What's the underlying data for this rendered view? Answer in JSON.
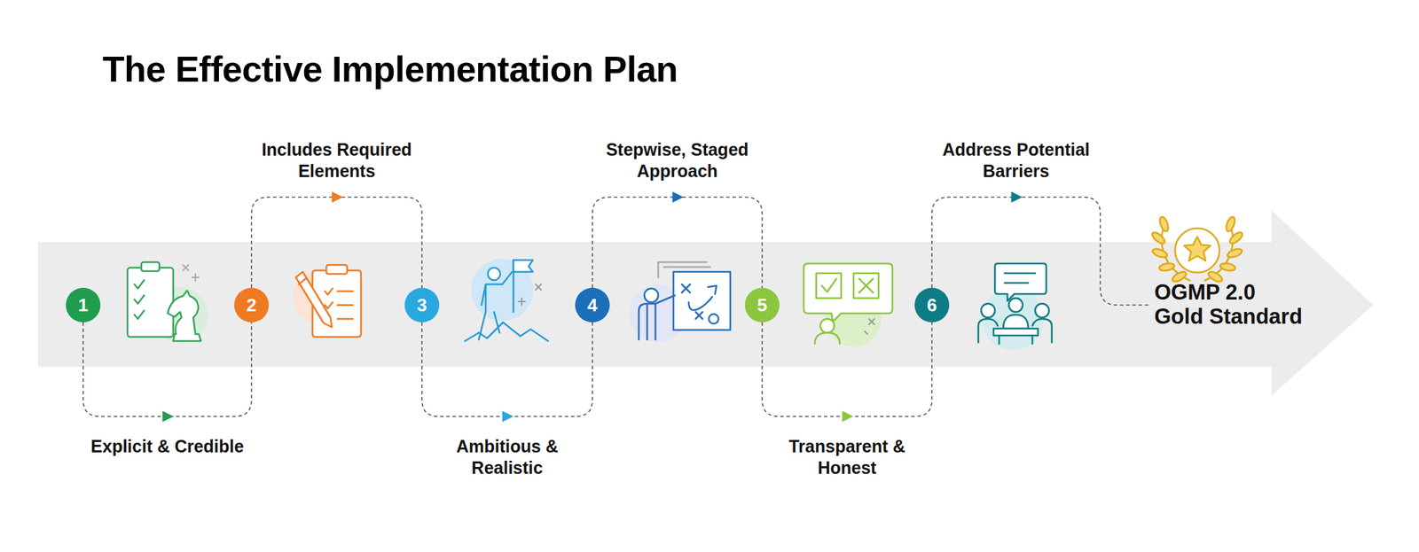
{
  "diagram": {
    "title": "The Effective Implementation Plan",
    "nodes": [
      {
        "text": [
          "1"
        ]
      },
      {
        "text": [
          "2"
        ]
      },
      {
        "text": [
          "3"
        ]
      },
      {
        "text": [
          "4"
        ]
      },
      {
        "text": [
          "5"
        ]
      },
      {
        "text": [
          "6"
        ]
      },
      {
        "text": [
          "OGMP 2.0 Gold Standard"
        ]
      }
    ],
    "edges": [
      {
        "from": 0,
        "to": 1,
        "arrow": "to",
        "label": "Explicit & Credible"
      },
      {
        "from": 1,
        "to": 2,
        "arrow": "to",
        "label": "Includes Required Elements"
      },
      {
        "from": 2,
        "to": 3,
        "arrow": "to",
        "label": "Ambitious & Realistic"
      },
      {
        "from": 3,
        "to": 4,
        "arrow": "to",
        "label": "Stepwise, Staged Approach"
      },
      {
        "from": 4,
        "to": 5,
        "arrow": "to",
        "label": "Transparent & Honest"
      },
      {
        "from": 5,
        "to": 6,
        "arrow": "to",
        "label": "Address Potential Barriers"
      }
    ]
  }
}
